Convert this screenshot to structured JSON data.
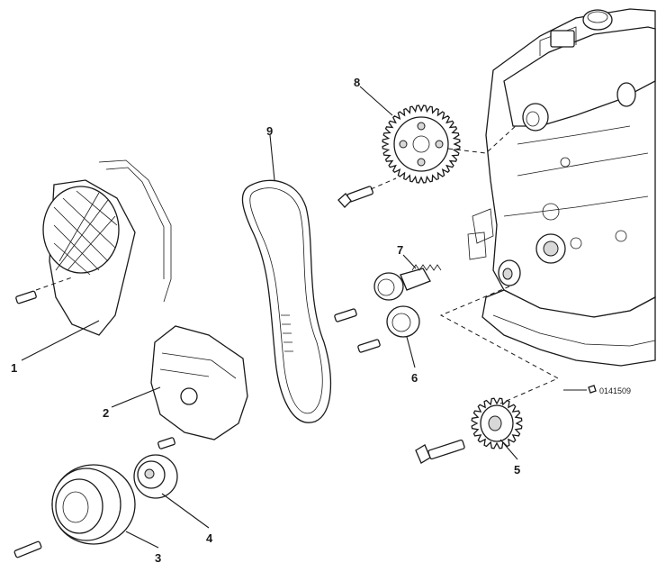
{
  "callouts": [
    {
      "id": "1",
      "label": "1"
    },
    {
      "id": "2",
      "label": "2"
    },
    {
      "id": "3",
      "label": "3"
    },
    {
      "id": "4",
      "label": "4"
    },
    {
      "id": "5",
      "label": "5"
    },
    {
      "id": "6",
      "label": "6"
    },
    {
      "id": "7",
      "label": "7"
    },
    {
      "id": "8",
      "label": "8"
    },
    {
      "id": "9",
      "label": "9"
    }
  ],
  "reference_code": "0141509"
}
